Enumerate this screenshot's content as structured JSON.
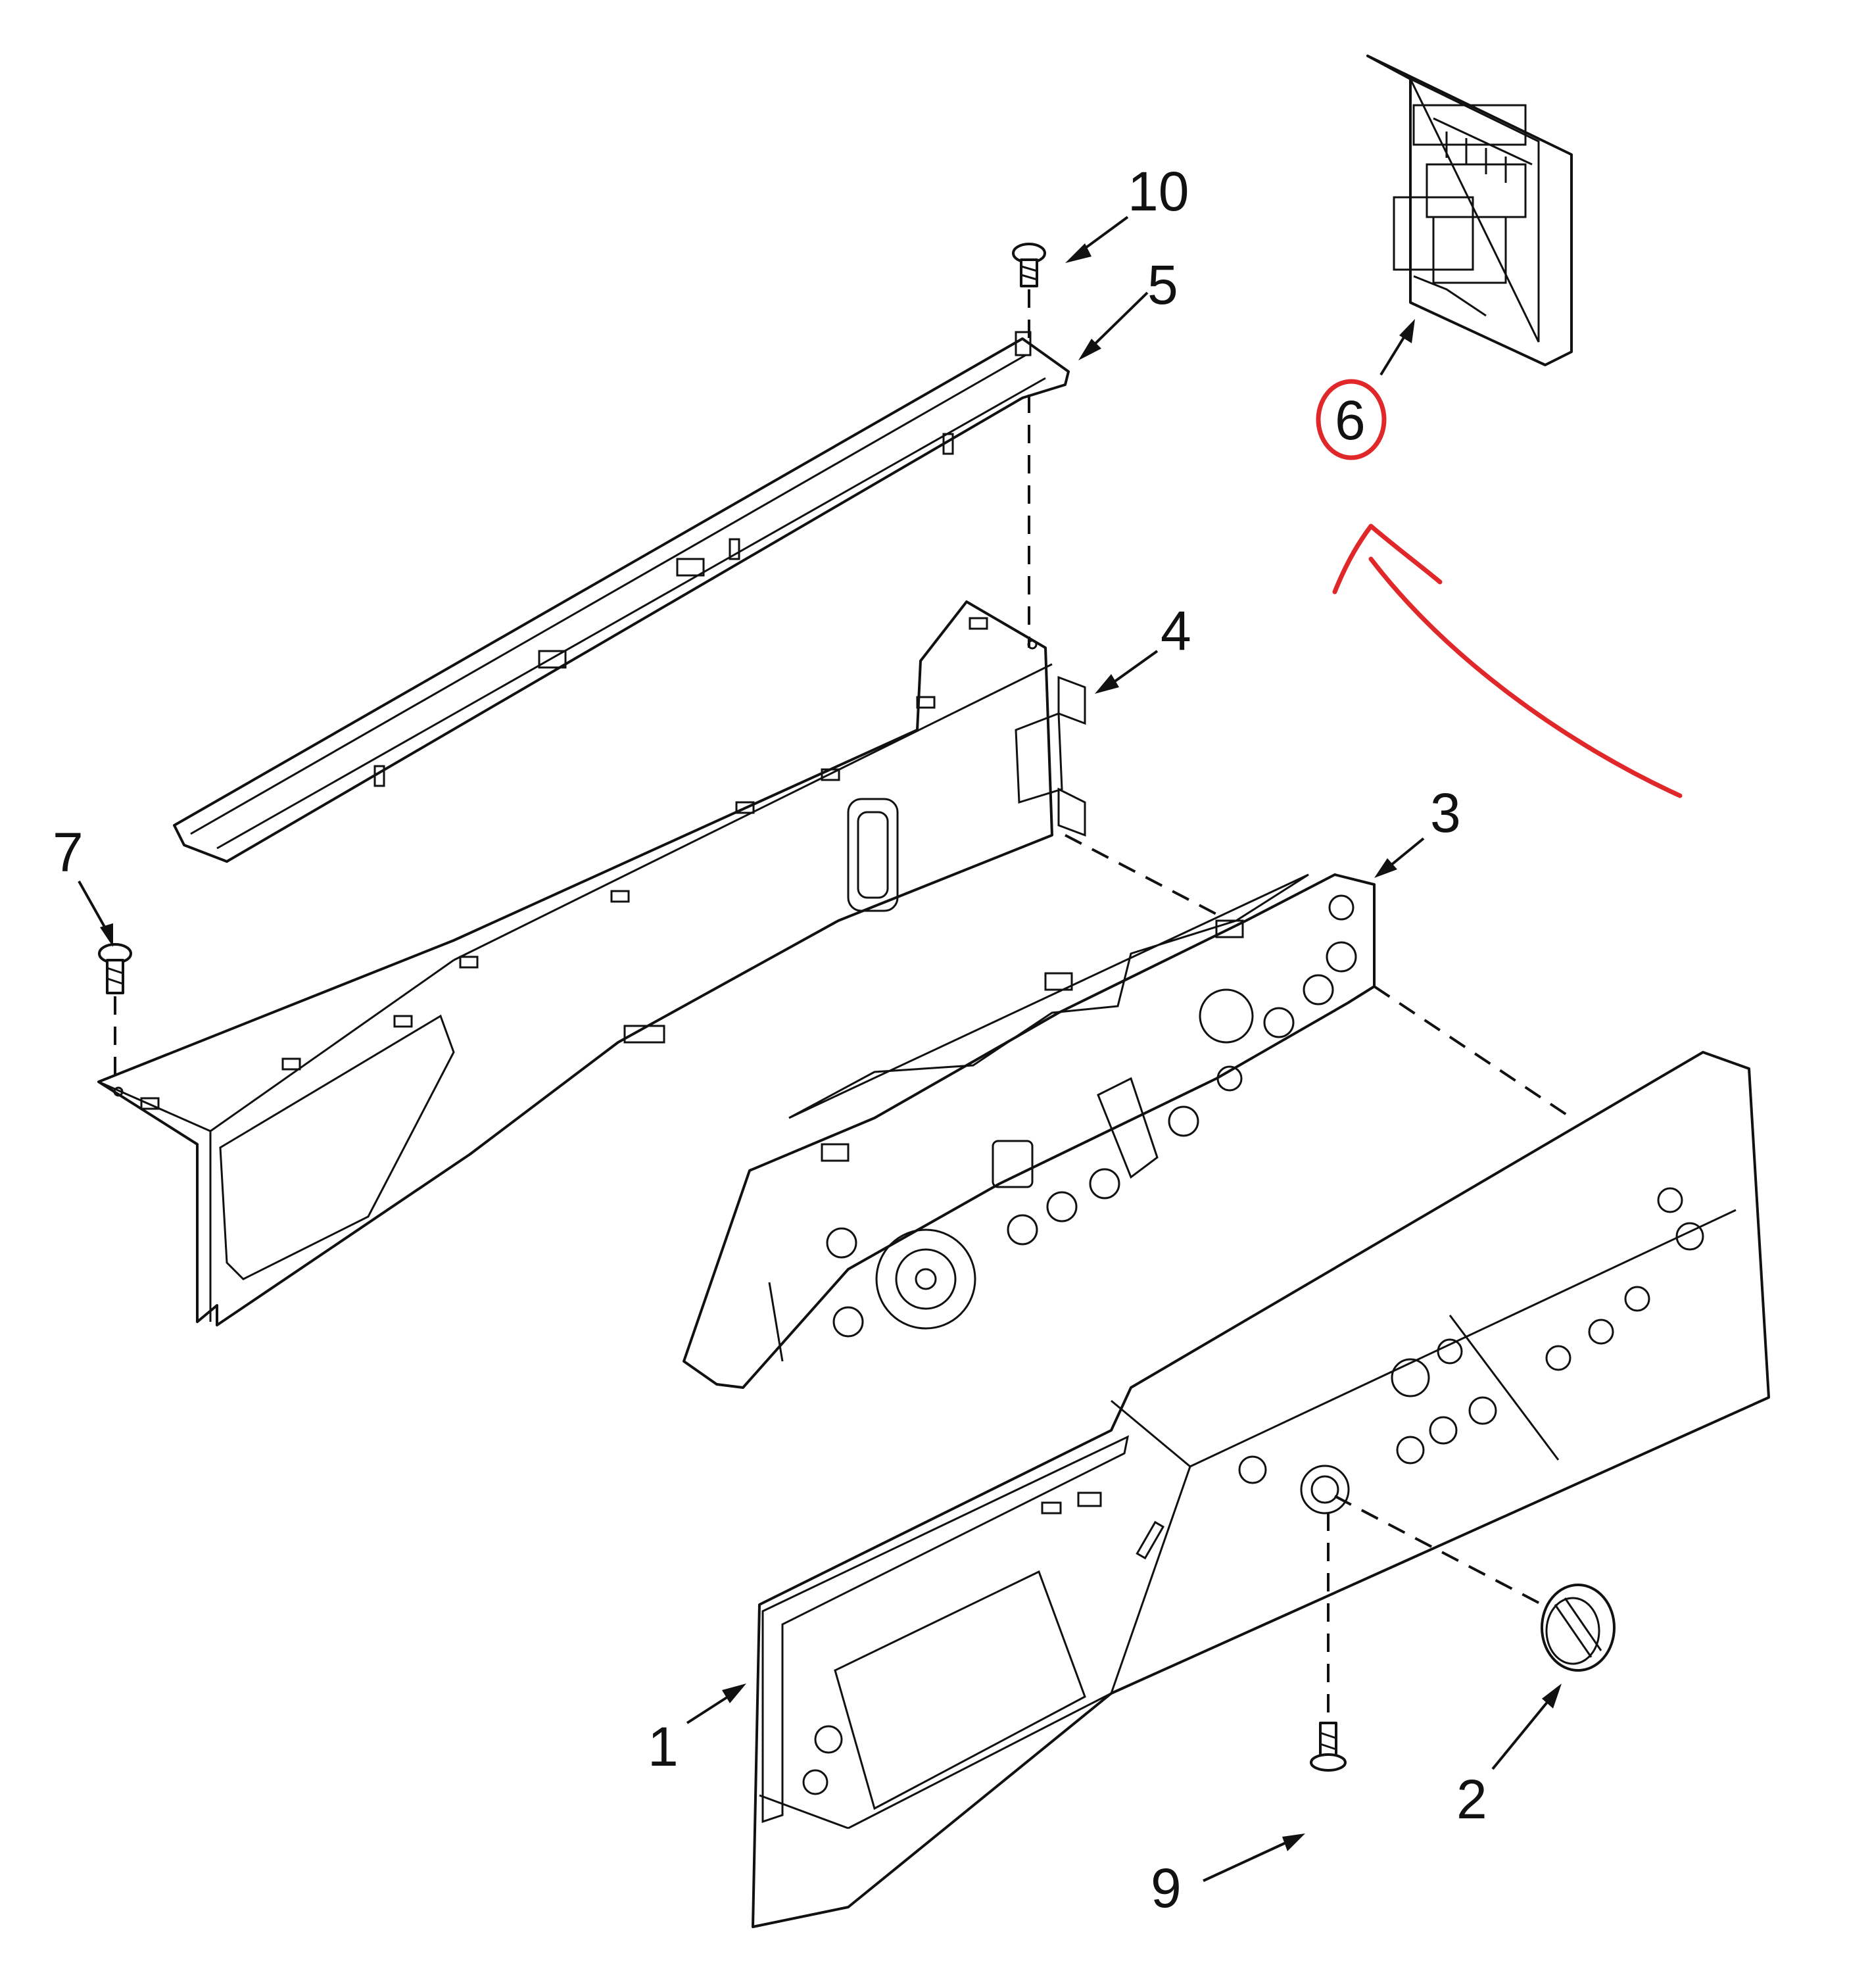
{
  "diagram": {
    "callouts": [
      {
        "id": "1",
        "label": "1"
      },
      {
        "id": "2",
        "label": "2"
      },
      {
        "id": "3",
        "label": "3"
      },
      {
        "id": "4",
        "label": "4"
      },
      {
        "id": "5",
        "label": "5"
      },
      {
        "id": "6",
        "label": "6",
        "highlighted": true
      },
      {
        "id": "7",
        "label": "7"
      },
      {
        "id": "9",
        "label": "9"
      },
      {
        "id": "10",
        "label": "10"
      }
    ],
    "colors": {
      "line": "#111111",
      "highlight": "#e0282a",
      "background": "#ffffff"
    }
  }
}
